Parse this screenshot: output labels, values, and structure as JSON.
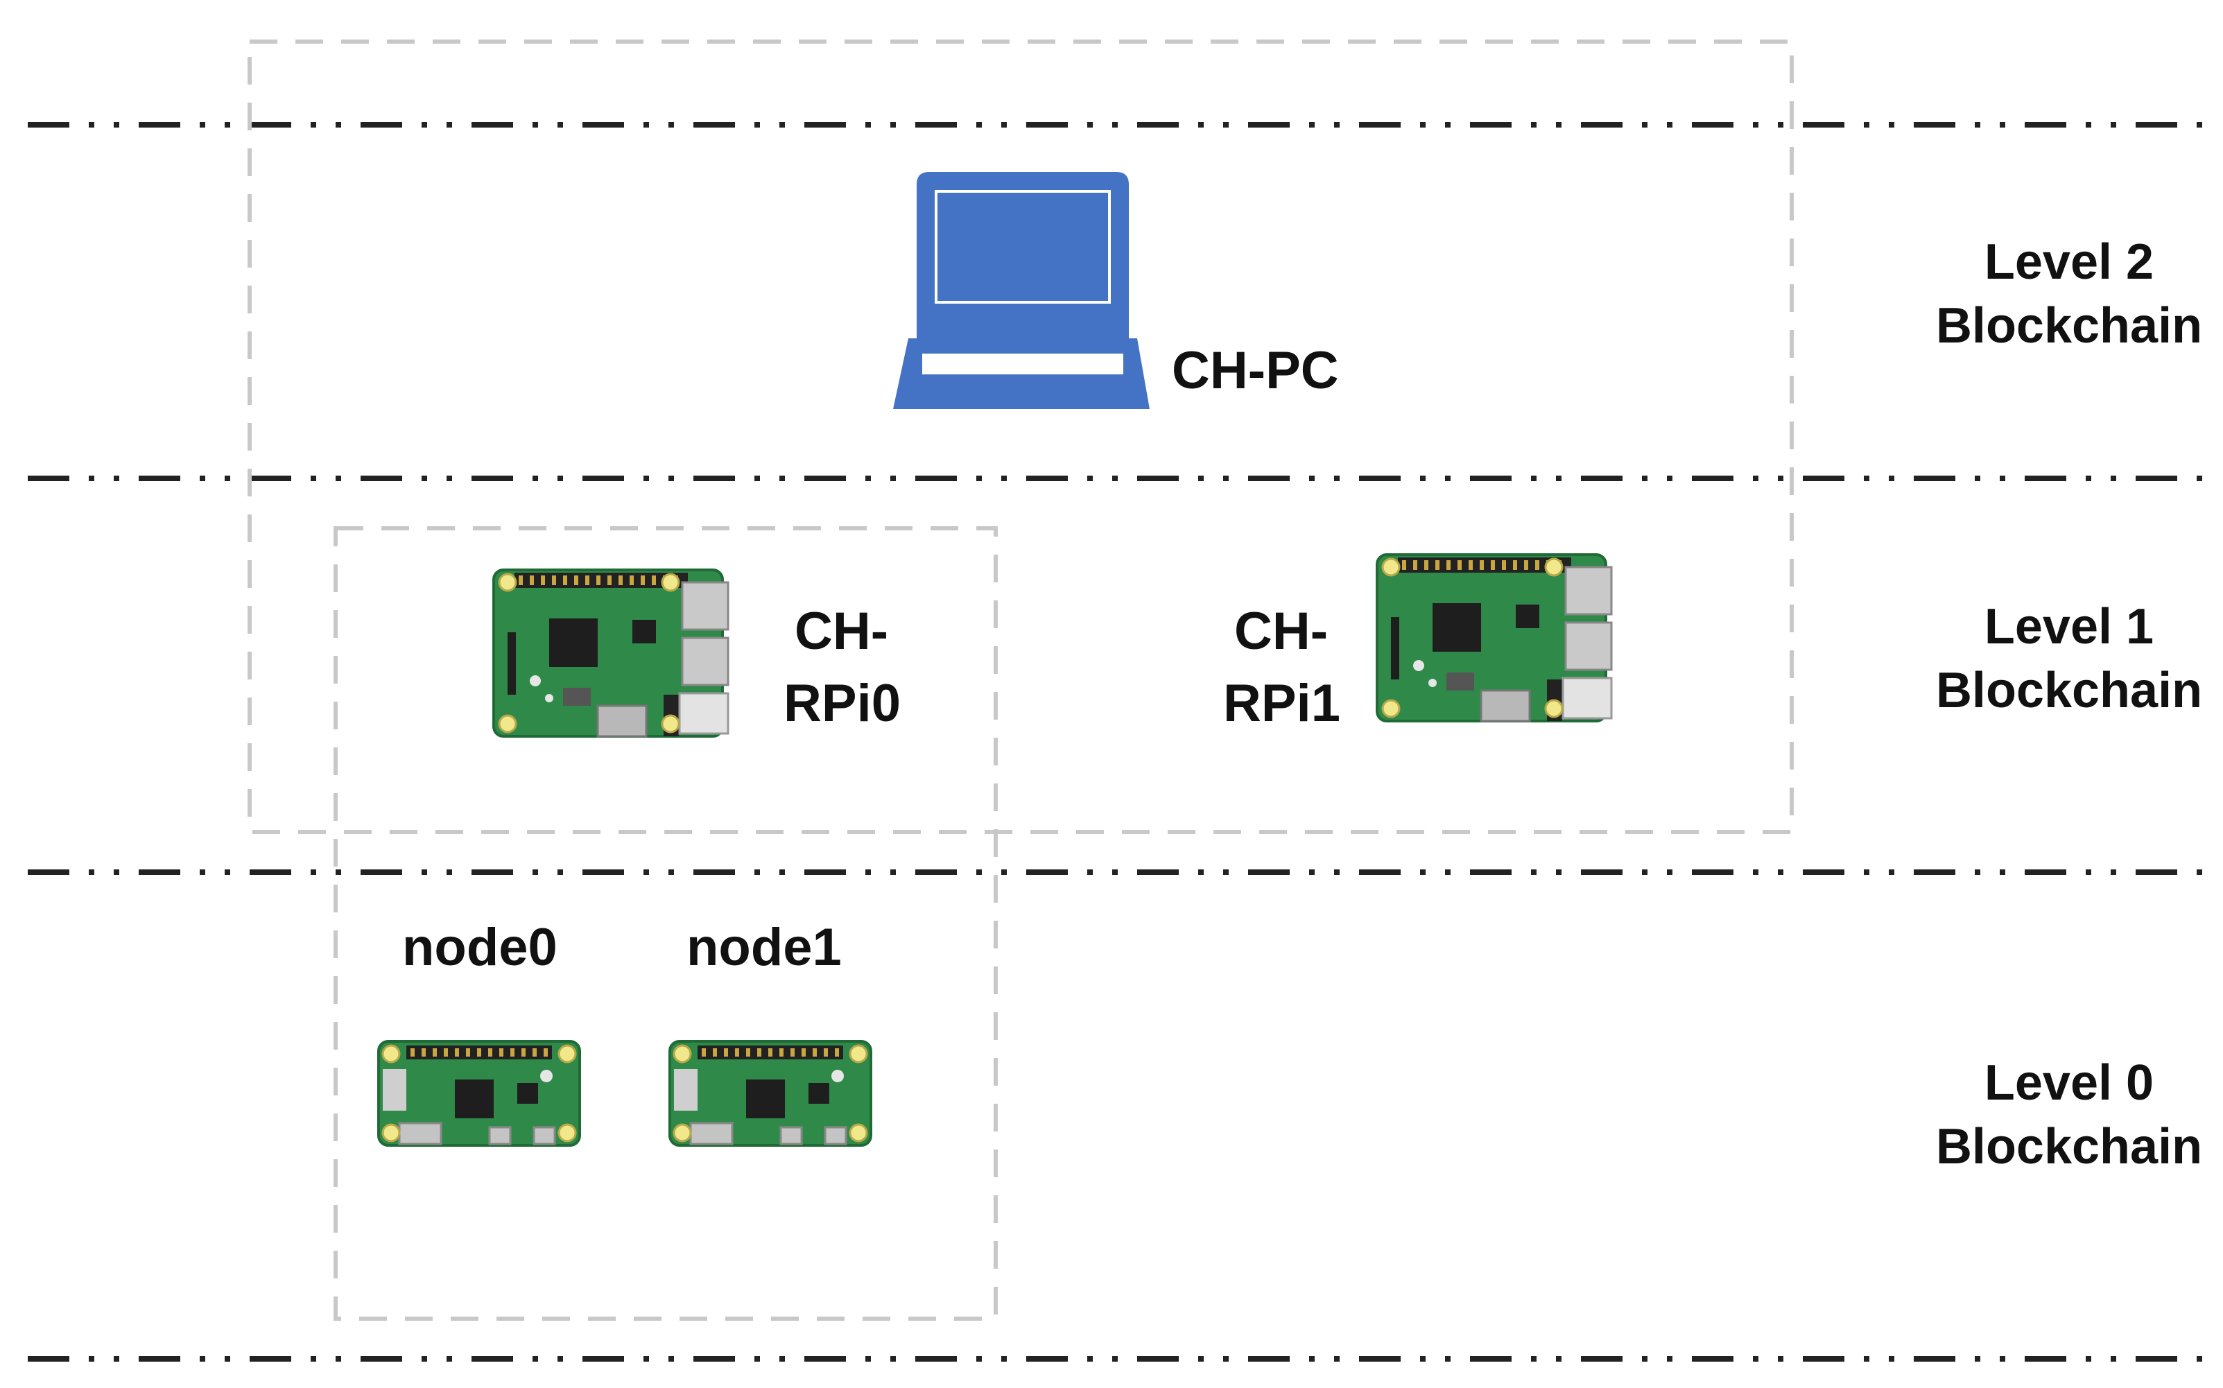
{
  "levels": [
    {
      "line1": "Level 2",
      "line2": "Blockchain"
    },
    {
      "line1": "Level 1",
      "line2": "Blockchain"
    },
    {
      "line1": "Level 0",
      "line2": "Blockchain"
    }
  ],
  "devices": {
    "ch_pc": {
      "label": "CH-PC",
      "icon": "laptop-icon",
      "color": "#4472C4"
    },
    "ch_rpi0": {
      "label_line1": "CH-",
      "label_line2": "RPi0",
      "icon": "raspberry-pi-board-icon"
    },
    "ch_rpi1": {
      "label_line1": "CH-",
      "label_line2": "RPi1",
      "icon": "raspberry-pi-board-icon"
    },
    "node0": {
      "label": "node0",
      "icon": "raspberry-pi-zero-icon"
    },
    "node1": {
      "label": "node1",
      "icon": "raspberry-pi-zero-icon"
    }
  },
  "colors": {
    "level_line": "#222222",
    "group_border": "#c8c8c8",
    "board_pcb": "#2f8a4a",
    "laptop": "#4472C4"
  }
}
